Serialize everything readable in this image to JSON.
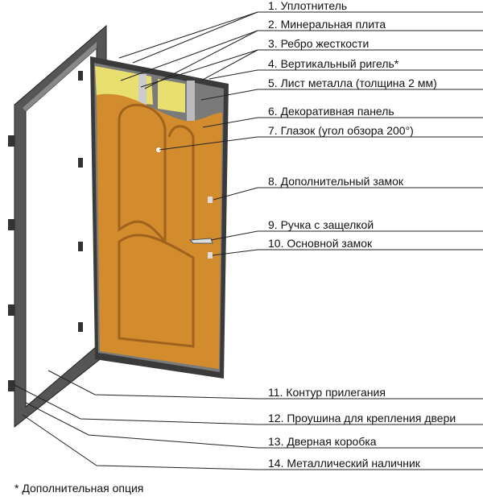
{
  "labels": [
    "1. Уплотнитель",
    "2. Минеральная плита",
    "3. Ребро жесткости",
    "4. Вертикальный ригель*",
    "5. Лист металла (толщина 2    мм)",
    "6. Декоративная панель",
    "7. Глазок (угол обзора 200°)",
    "8. Дополнительный замок",
    "9. Ручка с защелкой",
    "10. Основной замок",
    "11. Контур прилегания",
    "12. Проушина для крепления двери",
    "13. Дверная коробка",
    "14. Металлический наличник"
  ],
  "footnote": "* Дополнительная опция",
  "colors": {
    "panel": "#d28c2e",
    "insulation": "#e8df70",
    "frame": "#4a4a4a",
    "metal": "#8c8c8c"
  }
}
